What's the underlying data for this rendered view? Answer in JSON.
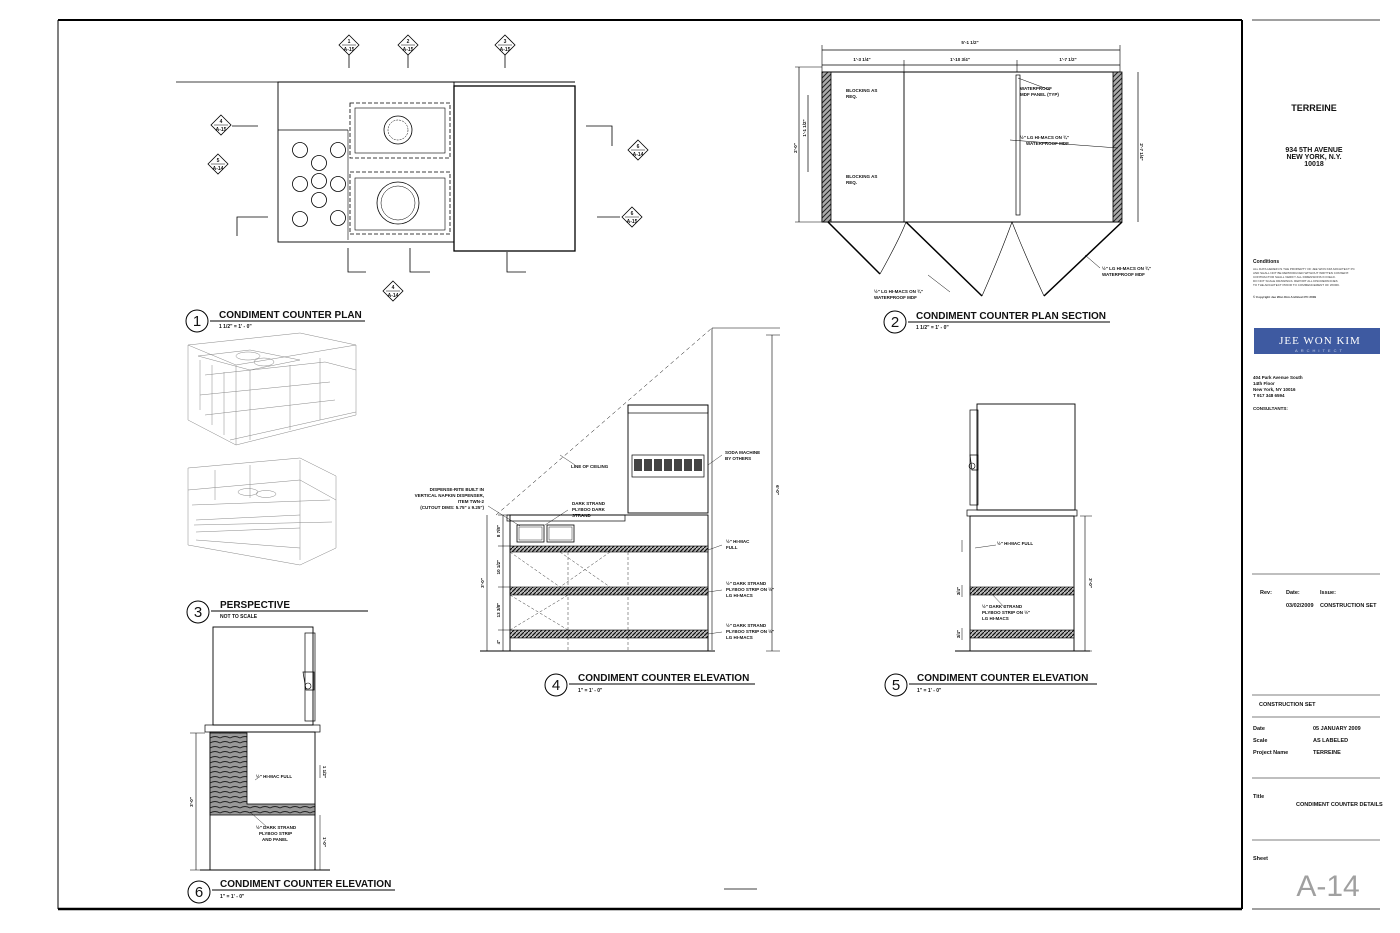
{
  "details": {
    "d1": {
      "number": "1",
      "title": "CONDIMENT COUNTER PLAN",
      "scale": "1 1/2\" = 1' - 0\""
    },
    "d2": {
      "number": "2",
      "title": "CONDIMENT COUNTER PLAN SECTION",
      "scale": "1 1/2\" = 1' - 0\""
    },
    "d3": {
      "number": "3",
      "title": "PERSPECTIVE",
      "scale": "NOT TO SCALE"
    },
    "d4": {
      "number": "4",
      "title": "CONDIMENT COUNTER ELEVATION",
      "scale": "1\" = 1' - 0\""
    },
    "d5": {
      "number": "5",
      "title": "CONDIMENT COUNTER ELEVATION",
      "scale": "1\" = 1' - 0\""
    },
    "d6": {
      "number": "6",
      "title": "CONDIMENT COUNTER ELEVATION",
      "scale": "1\" = 1' - 0\""
    }
  },
  "section_tags": {
    "t1": {
      "num": "1",
      "sheet": "A-15"
    },
    "t2": {
      "num": "2",
      "sheet": "A-15"
    },
    "t3": {
      "num": "3",
      "sheet": "A-15"
    },
    "t4": {
      "num": "4",
      "sheet": "A-15"
    },
    "t5": {
      "num": "5",
      "sheet": "A-14"
    },
    "t6": {
      "num": "6",
      "sheet": "A-14"
    },
    "t7": {
      "num": "6",
      "sheet": "A-15"
    },
    "t8": {
      "num": "4",
      "sheet": "A-14"
    }
  },
  "plan_section": {
    "overall_dim": "5'-1 1/2\"",
    "dim_a": "1'-3 1/4\"",
    "dim_b": "1'-10 3/4\"",
    "dim_c": "1'-7 1/2\"",
    "height_dim": "2'-7 1/4\"",
    "left_dim_outer": "2'-0\"",
    "left_dim_inner": "1'-1 1/2\"",
    "blocking_top": [
      "BLOCKING AS",
      "REQ."
    ],
    "blocking_bottom": [
      "BLOCKING AS",
      "REQ."
    ],
    "waterproof_mdf": [
      "WATERPROOF",
      "MDF PANEL (TYP)"
    ],
    "himacs_right": [
      "½\" LG HI-MACS ON ¾\"",
      "WATERPROOF MDF"
    ],
    "himacs_bottom_left": [
      "½\" LG HI-MACS ON ¾\"",
      "WATERPROOF MDF"
    ],
    "himacs_bottom_right": [
      "½\" LG HI-MACS ON ¾\"",
      "WATERPROOF MDF"
    ]
  },
  "elevation4": {
    "line_of_ceiling": "LINE OF CEILING",
    "soda_machine": [
      "SODA MACHINE",
      "BY OTHERS"
    ],
    "dispense_rite": [
      "DISPENSE-RITE BUILT IN",
      "VERTICAL NAPKIN DISPENSER,",
      "ITEM TWN-2",
      "(CUTOUT DIMS: 5.75\" x 9.25\")"
    ],
    "dark_strand": [
      "DARK STRAND",
      "PLYBOO DARK",
      "STRAND"
    ],
    "himac_full": [
      "½\" HI-MAC",
      "FULL"
    ],
    "strip1": [
      "½\" DARK STRAND",
      "PLYBOO STRIP ON ½\"",
      "LG HI-MACS"
    ],
    "strip2": [
      "½\" DARK STRAND",
      "PLYBOO STRIP ON ½\"",
      "LG HI-MACS"
    ],
    "dims": [
      "8 7/8\"",
      "10 1/2\"",
      "13 3/8\"",
      "4\""
    ],
    "overall_height": "3'-0\"",
    "soda_height": "6'-0\""
  },
  "elevation5": {
    "himac_full": "½\" HI-MAC FULL",
    "strip": [
      "½\" DARK STRAND",
      "PLYBOO STRIP ON ½\"",
      "LG HI-MACS"
    ],
    "height": "3'-0\"",
    "dims": [
      "3/4\"",
      "3/4\""
    ]
  },
  "elevation6": {
    "himac_full": "½\" HI-MAC FULL",
    "dark_strand": [
      "½\" DARK STRAND",
      "PLYBOO STRIP",
      "AND PANEL"
    ],
    "height": "3'-0\"",
    "dims": [
      "1 1/2\"",
      "1'-0\""
    ]
  },
  "title_block": {
    "project": "TERREINE",
    "address": [
      "934 5TH AVENUE",
      "NEW YORK, N.Y.",
      "10018"
    ],
    "conditions_heading": "Conditions",
    "conditions_text": [
      "ALL DATA HEREIN IS THE PROPERTY OF JEE WON KIM ARCHITECT PC",
      "AND SHALL NOT BE REPRODUCED WITHOUT WRITTEN CONSENT.",
      "CONTRACTOR SHALL VERIFY ALL DIMENSIONS IN FIELD.",
      "DO NOT SCALE DRAWINGS. REPORT ALL DISCREPANCIES",
      "TO THE ARCHITECT PRIOR TO COMMENCEMENT OF WORK."
    ],
    "copyright": "© Copyright Jee Won Kim Architect PC 2009",
    "firm_logo": "JEE WON KIM",
    "firm_sub": "ARCHITECT",
    "firm_address": [
      "404 Park Avenue South",
      "14th Floor",
      "New York, NY 10016",
      "T  917 348 6594"
    ],
    "consultants": "CONSULTANTS:",
    "rev_headers": [
      "Rev:",
      "Date:",
      "Issue:"
    ],
    "rev_row": [
      "03/02/2009",
      "CONSTRUCTION SET"
    ],
    "set_name": "CONSTRUCTION SET",
    "date_label": "Date",
    "date_value": "05 JANUARY 2009",
    "scale_label": "Scale",
    "scale_value": "AS LABELED",
    "project_label": "Project Name",
    "project_value": "TERREINE",
    "title_label": "Title",
    "title_value": "CONDIMENT COUNTER DETAILS",
    "sheet_label": "Sheet",
    "sheet_number": "A-14"
  }
}
